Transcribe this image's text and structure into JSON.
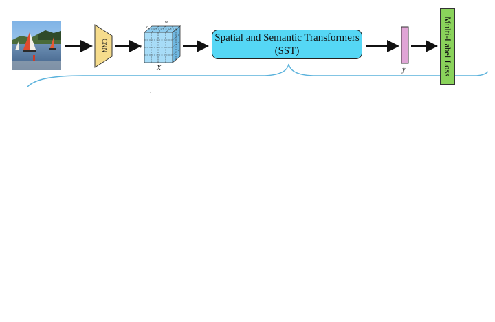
{
  "diagram": {
    "cnn": {
      "label": "CNN"
    },
    "feature_map": {
      "label": "X",
      "dim_top": "w",
      "dim_left": "h",
      "dim_corner": "c"
    },
    "sst": {
      "line1": "Spatial and Semantic Transformers",
      "line2": "(SST)"
    },
    "output": {
      "label": "ŷ"
    },
    "loss": {
      "label": "Multi-Label Loss"
    }
  },
  "colors": {
    "cnn_fill": "#f6dc8c",
    "feature_map_fill": "#a7dcf7",
    "sst_fill": "#55d7f5",
    "output_fill": "#e0a5d6",
    "loss_fill": "#8ad35b",
    "brace_stroke": "#5ab2dc"
  }
}
